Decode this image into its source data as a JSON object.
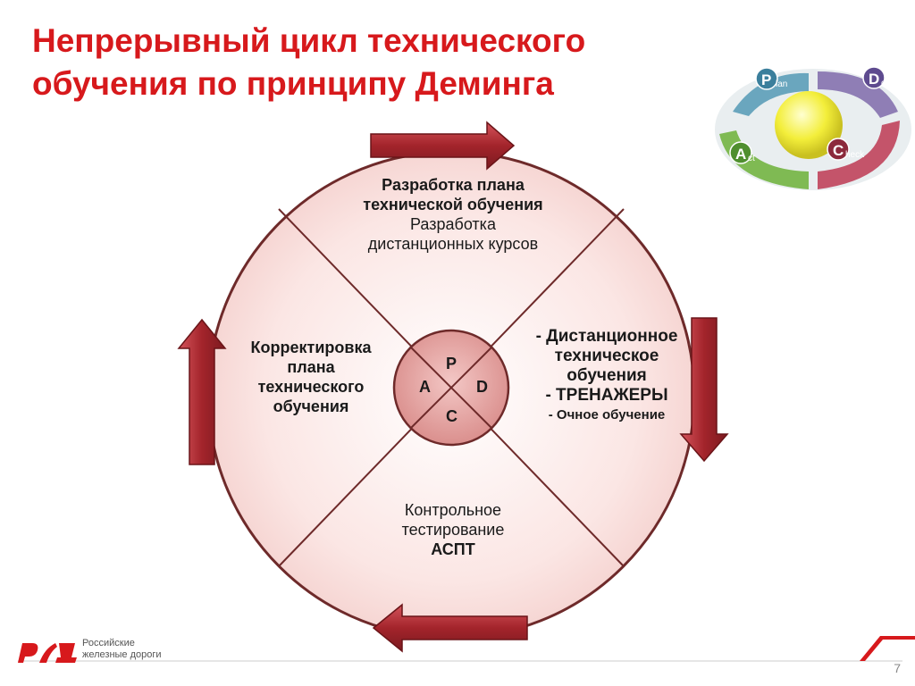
{
  "title": {
    "line1": "Непрерывный цикл технического",
    "line2": "обучения по принципу Деминга"
  },
  "badge": {
    "plan_letter": "P",
    "plan_rest": "lan",
    "do_letter": "D",
    "do_rest": "o",
    "check_letter": "C",
    "check_rest": "heck",
    "act_letter": "A",
    "act_rest": "ct"
  },
  "quadrants": {
    "top": {
      "bold_line1": "Разработка плана",
      "bold_line2": "технической обучения",
      "line3": "Разработка",
      "line4": "дистанционных курсов"
    },
    "right": {
      "line1": "- Дистанционное",
      "line2": "техническое",
      "line3": "обучения",
      "line4": "- ТРЕНАЖЕРЫ",
      "line5": "- Очное обучение"
    },
    "bottom": {
      "line1": "Контрольное",
      "line2": "тестирование",
      "line3": "АСПТ"
    },
    "left": {
      "line1": "Корректировка",
      "line2": "плана",
      "line3": "технического",
      "line4": "обучения"
    }
  },
  "center": {
    "p": "P",
    "d": "D",
    "c": "C",
    "a": "A"
  },
  "logo": {
    "line1": "Российские",
    "line2": "железные дороги"
  },
  "page_number": "7",
  "colors": {
    "title": "#d7191c",
    "circle_fill": "#fbe3e1",
    "circle_stroke": "#7a2a2a",
    "arrow": "#b5323a",
    "center_fill": "#e8a5a3"
  }
}
